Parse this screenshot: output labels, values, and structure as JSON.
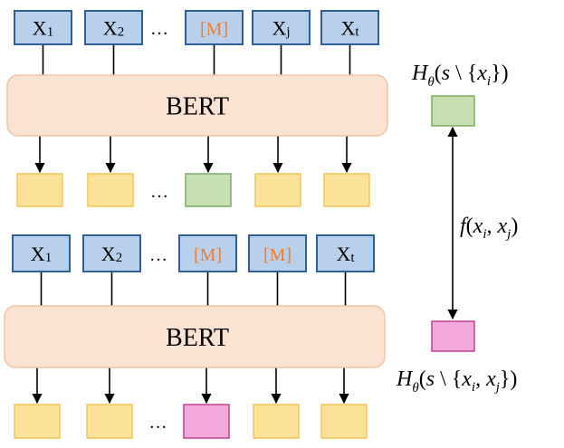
{
  "diagram": {
    "top": {
      "tokens": [
        {
          "base": "X",
          "sub": "1",
          "masked": false
        },
        {
          "base": "X",
          "sub": "2",
          "masked": false
        },
        {
          "base": "[M]",
          "sub": "",
          "masked": true
        },
        {
          "base": "X",
          "sub": "j",
          "masked": false
        },
        {
          "base": "X",
          "sub": "t",
          "masked": false
        }
      ],
      "ellipsis": "…",
      "bert_label": "BERT",
      "outputs": [
        "yellow",
        "yellow",
        "green",
        "yellow",
        "yellow"
      ]
    },
    "bottom": {
      "tokens": [
        {
          "base": "X",
          "sub": "1",
          "masked": false
        },
        {
          "base": "X",
          "sub": "2",
          "masked": false
        },
        {
          "base": "[M]",
          "sub": "",
          "masked": true
        },
        {
          "base": "[M]",
          "sub": "",
          "masked": true
        },
        {
          "base": "X",
          "sub": "t",
          "masked": false
        }
      ],
      "ellipsis": "…",
      "bert_label": "BERT",
      "outputs": [
        "yellow",
        "yellow",
        "pink",
        "yellow",
        "yellow"
      ]
    },
    "right": {
      "top_formula": "Hθ(s \\ {xi})",
      "middle_formula": "f(xi, xj)",
      "bottom_formula": "Hθ(s \\ {xi, xj})",
      "top_color": "green",
      "bottom_color": "pink"
    },
    "colors": {
      "token_fill": "#b8d0ec",
      "token_border": "#2e5f96",
      "mask_text": "#ed7d31",
      "bert_fill": "#fbe3d4",
      "bert_border": "#f2c4a2",
      "yellow": "#fde39a",
      "green": "#c6e0b4",
      "pink": "#f2a9da"
    }
  }
}
